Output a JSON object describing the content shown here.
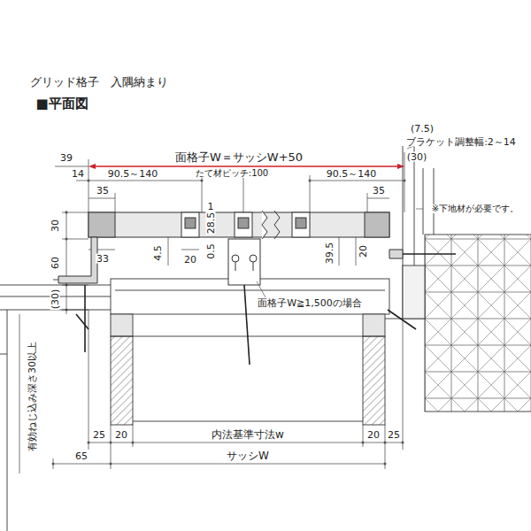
{
  "diagram": {
    "title": "■平面図",
    "labels": [
      "グリッド格子　入隅納まり",
      "39",
      "14",
      "面格子W＝サッシW+50",
      "90.5～140",
      "たて材ピッチ:100",
      "90.5～140",
      "(7.5)",
      "ブラケット調整幅:2～14",
      "(30)",
      "35",
      "35",
      "28.5",
      "1",
      "30",
      "60",
      "(30)",
      "33",
      "4.5",
      "20",
      "0.5",
      "20",
      "39.5",
      "※下地材が必要です。",
      "面格子W≧1,500の場合",
      "有効ねじ込み深さ30以上",
      "25",
      "20",
      "内法基準寸法w",
      "20",
      "25",
      "65",
      "サッシW"
    ]
  }
}
